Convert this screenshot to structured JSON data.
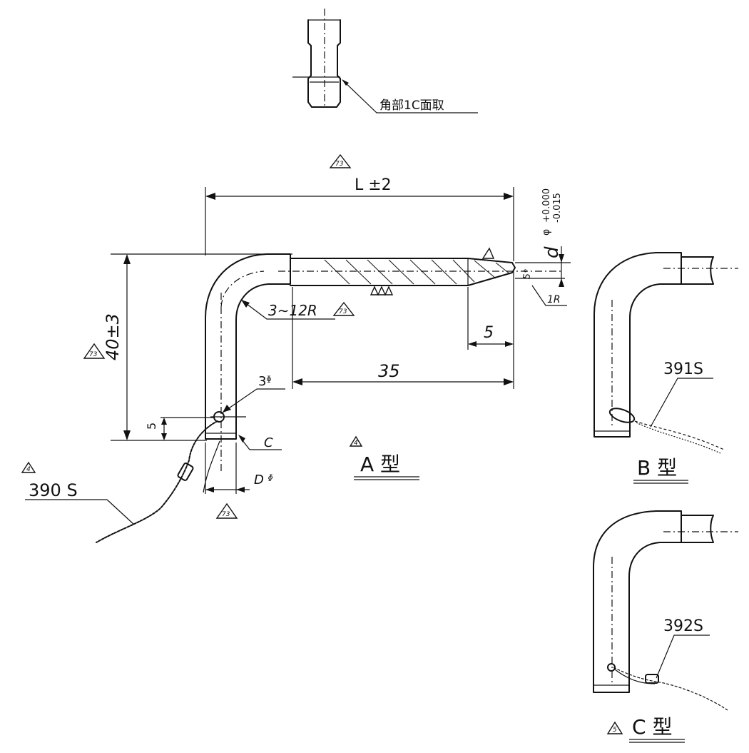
{
  "notes": {
    "chamfer_note": "角部1C面取"
  },
  "dims": {
    "length": "L ±2",
    "height": "40±3",
    "bend_radius": "3∼12R",
    "hole_dia": "3ᶲ",
    "hole_pos": "5",
    "chamfer_c": "C",
    "bar_dia": "D ᶲ",
    "tip_len": "5",
    "shaft_len": "35",
    "tip_radius": "1R",
    "tip_angle": "5°",
    "tol_d": "d",
    "tol_phi": "φ",
    "tol_upper": "+0.000",
    "tol_lower": "-0.015"
  },
  "revisions": {
    "r73": "73",
    "r4": "4",
    "r5": "5"
  },
  "parts": {
    "a_chain": "390 S",
    "b_chain": "391S",
    "c_chain": "392S"
  },
  "types": {
    "a": "A 型",
    "b": "B 型",
    "c": "C 型"
  }
}
